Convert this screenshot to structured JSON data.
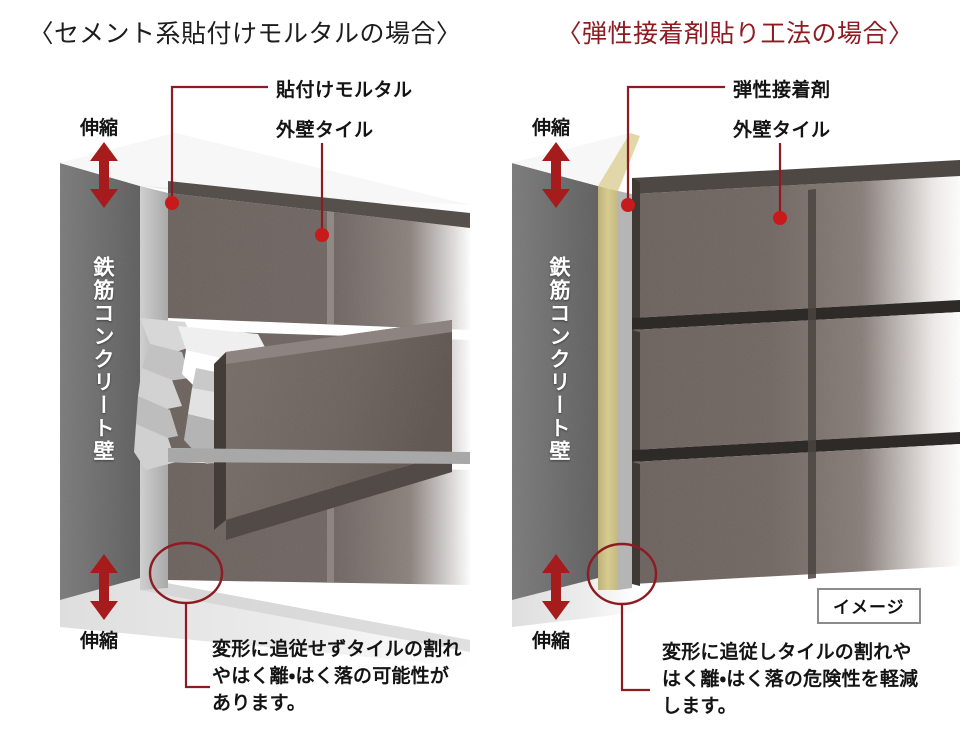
{
  "left": {
    "title": "〈セメント系貼付けモルタルの場合〉",
    "callouts": [
      {
        "name": "bonding-mortar",
        "text": "貼付けモルタル"
      },
      {
        "name": "exterior-wall-tile",
        "text": "外壁タイル"
      }
    ],
    "stretch_top": "伸縮",
    "stretch_bottom": "伸縮",
    "wall_label": "鉄筋コンクリート壁",
    "description": "変形に追従せずタイルの割れやはく離・はく落の可能性があります。"
  },
  "right": {
    "title": "〈弾性接着剤貼り工法の場合〉",
    "callouts": [
      {
        "name": "elastic-adhesive",
        "text": "弾性接着剤"
      },
      {
        "name": "exterior-wall-tile",
        "text": "外壁タイル"
      }
    ],
    "stretch_top": "伸縮",
    "stretch_bottom": "伸縮",
    "wall_label": "鉄筋コンクリート壁",
    "description": "変形に追従しタイルの割れやはく離・はく落の危険性を軽減します。",
    "image_badge": "イメージ"
  },
  "colors": {
    "accent_red": "#8e1b21",
    "title_black": "#1d1d1d",
    "concrete_gray": "#6f6f6f",
    "concrete_edge": "#e9e9e9",
    "tile_brown": "#6d635f",
    "adhesive_yellow": "#cfc48a",
    "mortar_gray": "#b9b9b9",
    "badge_border": "#8c8c8c"
  }
}
